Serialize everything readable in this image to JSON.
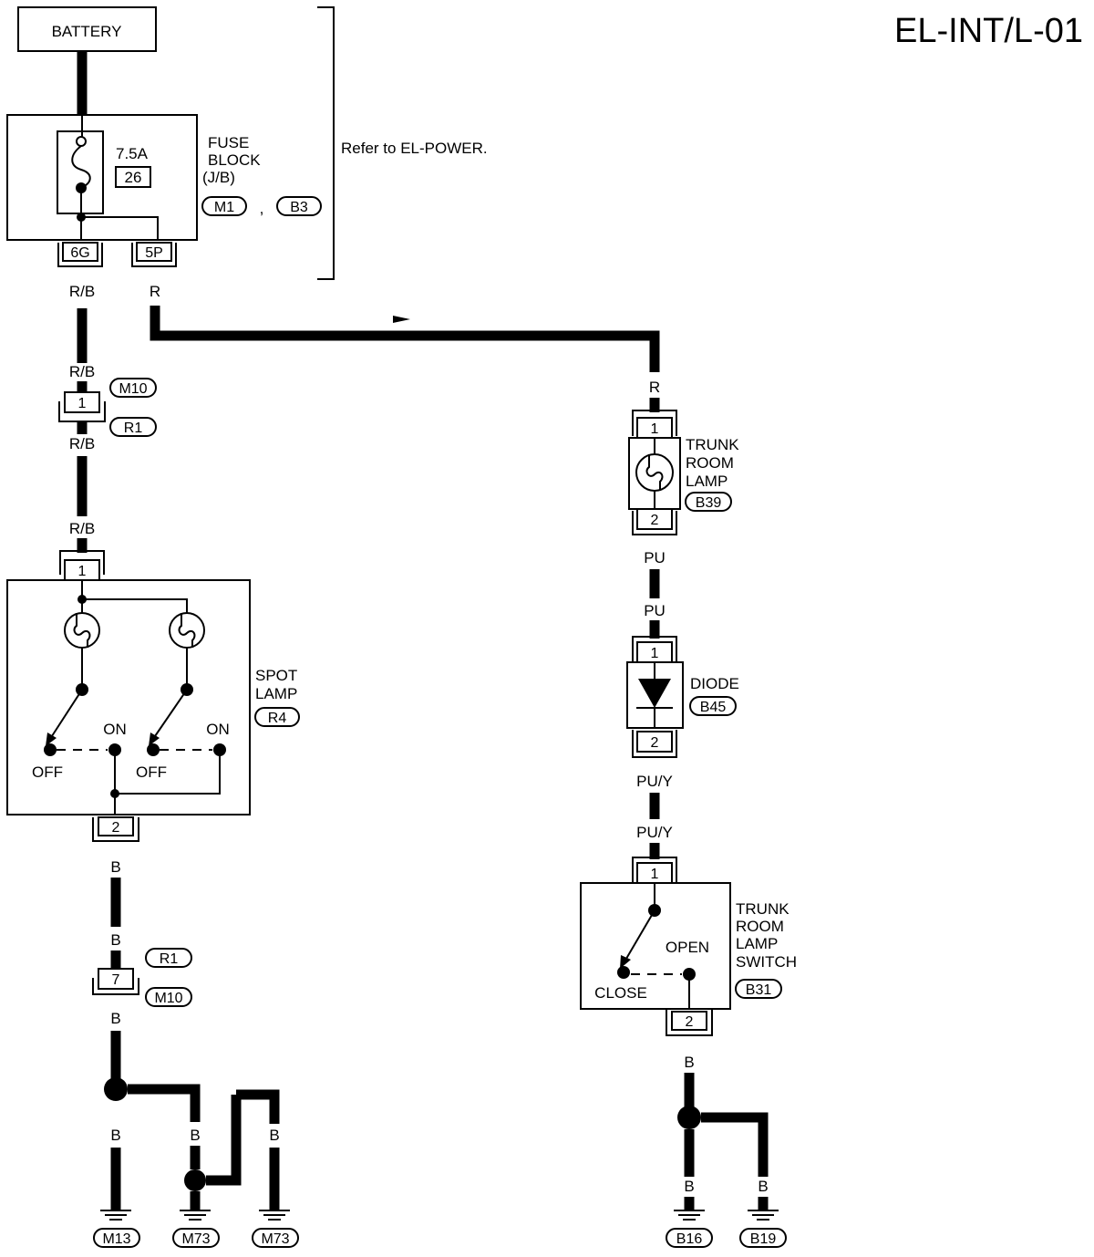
{
  "page_code": "EL-INT/L-01",
  "battery": "BATTERY",
  "fuse_block": {
    "rating": "7.5A",
    "number": "26",
    "label": [
      "FUSE",
      "BLOCK",
      "(J/B)"
    ],
    "connectors": [
      "M1",
      "B3"
    ],
    "separator": ",",
    "terminals": [
      "6G",
      "5P"
    ],
    "note": "Refer to EL-POWER."
  },
  "spot_lamp": {
    "label": [
      "SPOT",
      "LAMP"
    ],
    "connector": "R4",
    "pins": [
      "1",
      "2"
    ],
    "switch_labels": {
      "off": "OFF",
      "on": "ON"
    }
  },
  "joint_upper": {
    "pin": "1",
    "connectors": [
      "M10",
      "R1"
    ]
  },
  "joint_lower": {
    "pin": "7",
    "connectors": [
      "R1",
      "M10"
    ]
  },
  "trunk_room_lamp": {
    "label": [
      "TRUNK",
      "ROOM",
      "LAMP"
    ],
    "connector": "B39",
    "pins": [
      "1",
      "2"
    ]
  },
  "diode": {
    "label": "DIODE",
    "connector": "B45",
    "pins": [
      "1",
      "2"
    ]
  },
  "trunk_room_lamp_switch": {
    "label": [
      "TRUNK",
      "ROOM",
      "LAMP",
      "SWITCH"
    ],
    "connector": "B31",
    "pins": [
      "1",
      "2"
    ],
    "open": "OPEN",
    "close": "CLOSE"
  },
  "wire_colors": {
    "rb": "R/B",
    "r": "R",
    "pu": "PU",
    "puy": "PU/Y",
    "b": "B"
  },
  "grounds": [
    "M13",
    "M73",
    "M73",
    "B16",
    "B19"
  ]
}
